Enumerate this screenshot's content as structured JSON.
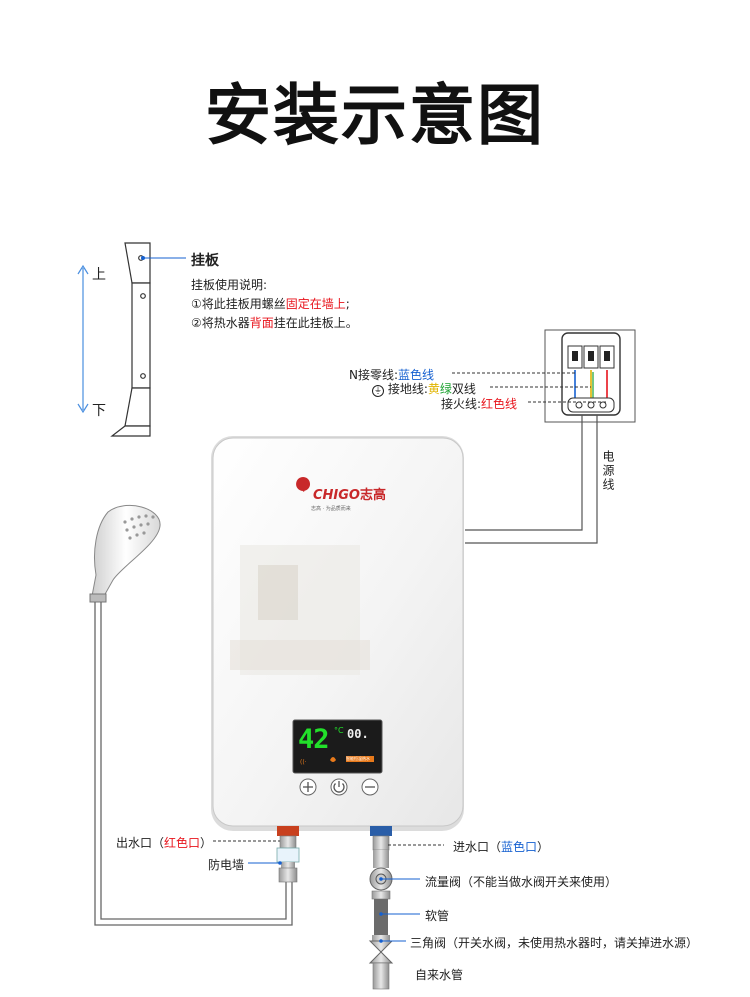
{
  "title": "安装示意图",
  "bracket": {
    "label_up": "上",
    "label_down": "下",
    "heading": "挂板",
    "instructions_title": "挂板使用说明:",
    "step1_prefix": "①将此挂板用螺丝",
    "step1_highlight": "固定在墙上",
    "step1_suffix": ";",
    "step2_prefix": "②将热水器",
    "step2_highlight": "背面",
    "step2_suffix": "挂在此挂板上。"
  },
  "wiring": {
    "neutral_label": "N接零线:",
    "neutral_color": "蓝色线",
    "ground_label": "接地线:",
    "ground_color_yellow": "黄",
    "ground_color_green": "绿",
    "ground_suffix": "双线",
    "live_label": "接火线:",
    "live_color": "红色线",
    "power_cord": "电源线"
  },
  "heater": {
    "brand": "CHIGO",
    "brand_cn": "志高",
    "slogan": "志高 · 为品质而来",
    "temperature": "42",
    "temp_unit": "°C",
    "display_aux": "00.",
    "display_strip": "智能恒温热水"
  },
  "pipes": {
    "outlet_label": "出水口",
    "outlet_color": "红色口",
    "anti_shock_wall": "防电墙",
    "inlet_label": "进水口",
    "inlet_color": "蓝色口",
    "flow_valve": "流量阀（不能当做水阀开关来使用）",
    "hose": "软管",
    "tee_valve": "三角阀（开关水阀，未使用热水器时，请关掉进水源）",
    "tap_pipe": "自来水管"
  },
  "colors": {
    "red": "#e8141c",
    "blue": "#1560d0",
    "yellow": "#e0b400",
    "green": "#1ba12f",
    "lcd_digits": "#22e02a",
    "lcd_bg": "#1b1b1b"
  }
}
